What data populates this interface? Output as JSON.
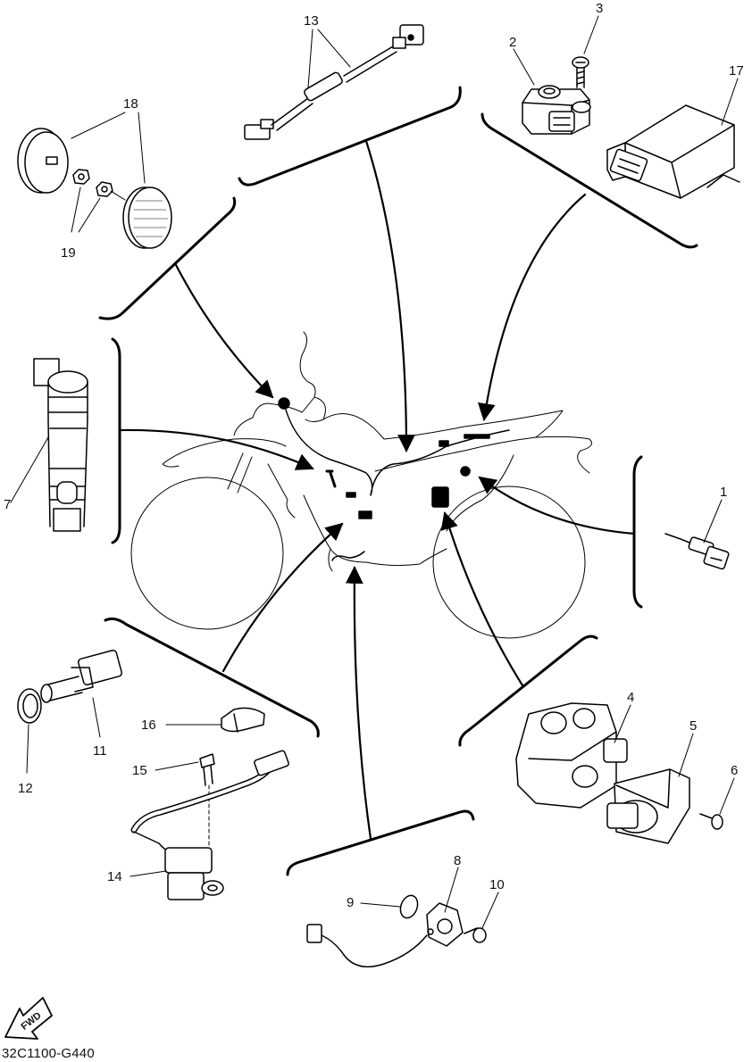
{
  "diagram": {
    "reference_code": "32C1100-G440",
    "direction_label": "FWD",
    "part_numbers": {
      "p1": "1",
      "p2": "2",
      "p3": "3",
      "p4": "4",
      "p5": "5",
      "p6": "6",
      "p7": "7",
      "p8": "8",
      "p9": "9",
      "p10": "10",
      "p11": "11",
      "p12": "12",
      "p13": "13",
      "p14": "14",
      "p15": "15",
      "p16": "16",
      "p17": "17",
      "p18": "18",
      "p19": "19"
    }
  }
}
